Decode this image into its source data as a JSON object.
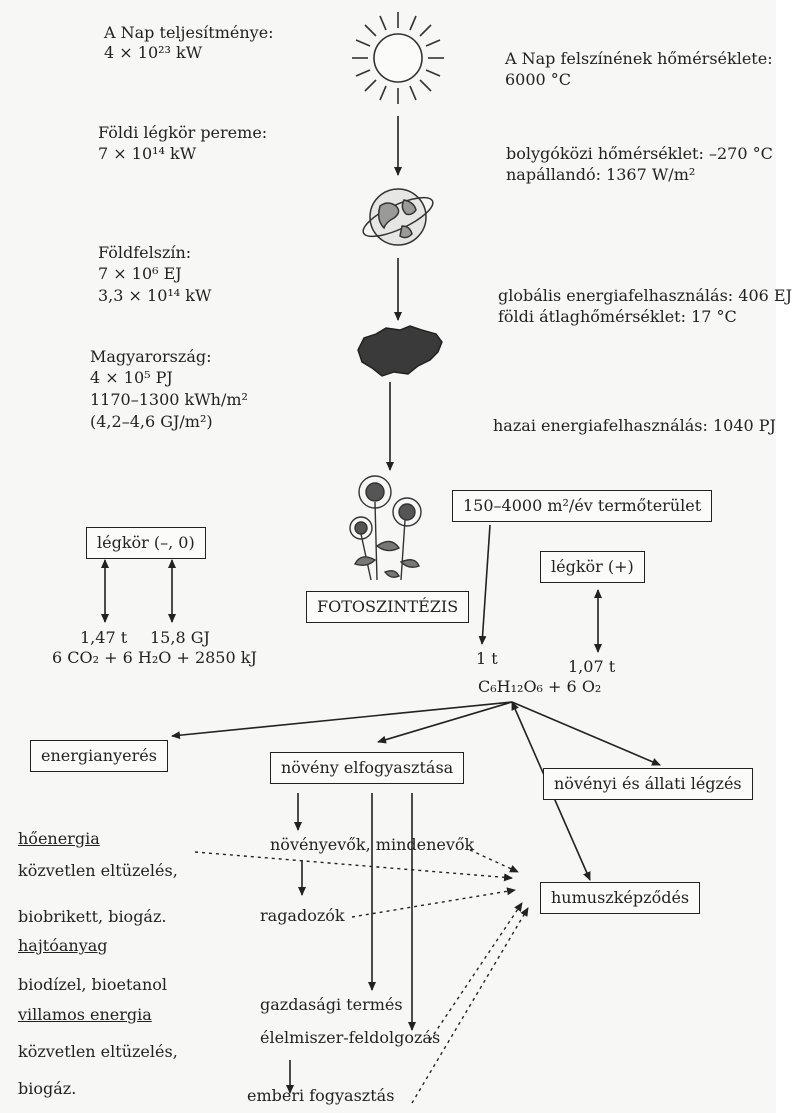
{
  "left_column": {
    "sun_power_label": "A Nap teljesítménye:",
    "sun_power_value": "4 × 10²³ kW",
    "atmosphere_edge_label": "Földi légkör pereme:",
    "atmosphere_edge_value": "7 × 10¹⁴ kW",
    "earth_surface_label": "Földfelszín:",
    "earth_surface_energy": "7 × 10⁶ EJ",
    "earth_surface_power": "3,3 × 10¹⁴ kW",
    "hungary_label": "Magyarország:",
    "hungary_energy": "4 × 10⁵ PJ",
    "hungary_kwh": "1170–1300 kWh/m²",
    "hungary_gj": "(4,2–4,6 GJ/m²)"
  },
  "right_column": {
    "sun_surface_temp_label": "A Nap felszínének hőmérséklete:",
    "sun_surface_temp_value": "6000 °C",
    "interplanetary_temp": "bolygóközi hőmérséklet: –270 °C",
    "solar_constant": "napállandó: 1367 W/m²",
    "global_energy_use": "globális energiafelhasználás: 406 EJ",
    "earth_avg_temp": "földi átlaghőmérséklet: 17 °C",
    "domestic_energy_use": "hazai energiafelhasználás: 1040 PJ"
  },
  "photosynthesis": {
    "atmosphere_neg_box": "légkör (–, 0)",
    "photosynthesis_box": "FOTOSZINTÉZIS",
    "cropland_box": "150–4000 m²/év termőterület",
    "atmosphere_pos_box": "légkör (+)",
    "co2_mass": "1,47 t",
    "energy_gj": "15,8 GJ",
    "reactants": "6 CO₂ + 6 H₂O + 2850 kJ",
    "glucose_mass": "1 t",
    "o2_mass": "1,07 t",
    "products": "C₆H₁₂O₆ + 6 O₂"
  },
  "outputs": {
    "energy_gain_box": "energianyerés",
    "plant_consumption_box": "növény elfogyasztása",
    "respiration_box": "növényi és állati légzés",
    "humus_box": "humuszképződés"
  },
  "energy_uses": {
    "heat_energy": "hőenergia",
    "direct_burning_1": "közvetlen eltüzelés,",
    "biobriquette": "biobrikett, biogáz.",
    "fuel": "hajtóanyag",
    "biofuels": "biodízel, bioetanol",
    "electric_energy": "villamos energia",
    "direct_burning_2": "közvetlen eltüzelés,",
    "biogas": "biogáz."
  },
  "food_chain": {
    "herbivores": "növényevők, mindenevők",
    "predators": "ragadozók",
    "crop": "gazdasági termés",
    "food_processing": "élelmiszer-feldolgozás",
    "human_consumption": "emberi fogyasztás"
  },
  "icons": [
    "sun-icon",
    "earth-globe-icon",
    "hungary-map-icon",
    "sunflower-icon"
  ]
}
